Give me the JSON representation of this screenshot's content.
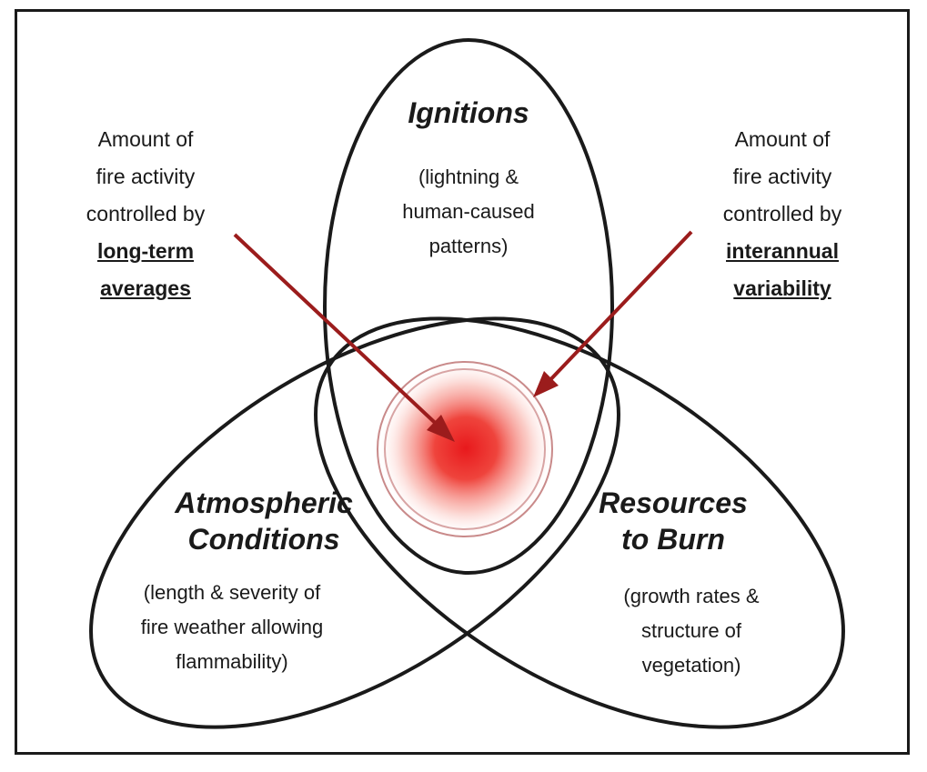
{
  "ignitions": {
    "title": "Ignitions",
    "desc_lines": [
      "(lightning &",
      "human-caused",
      "patterns)"
    ]
  },
  "atmospheric": {
    "title_lines": [
      "Atmospheric",
      "Conditions"
    ],
    "desc_lines": [
      "(length & severity of",
      "fire weather allowing",
      "flammability)"
    ]
  },
  "resources": {
    "title_lines": [
      "Resources",
      "to Burn"
    ],
    "desc_lines": [
      "(growth rates &",
      "structure of",
      "vegetation)"
    ]
  },
  "left_note": {
    "lines": [
      "Amount of",
      "fire activity",
      "controlled by"
    ],
    "key_lines": [
      "long-term",
      "averages"
    ]
  },
  "right_note": {
    "lines": [
      "Amount of",
      "fire activity",
      "controlled by"
    ],
    "key_lines": [
      "interannual",
      "variability"
    ]
  },
  "colors": {
    "outline": "#1a1a1a",
    "arrow": "#9b1c1c",
    "fire_core": "#e8191c",
    "ring": "#c98a8a"
  }
}
